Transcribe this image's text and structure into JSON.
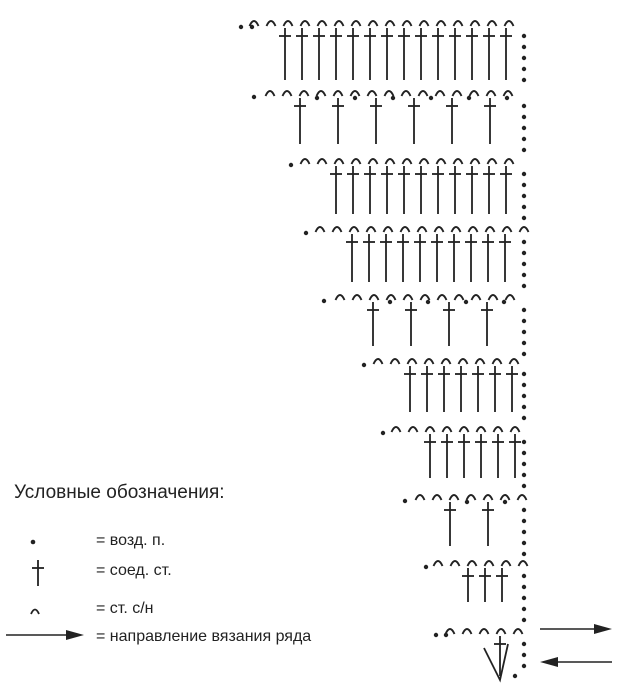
{
  "legend": {
    "title": "Условные обозначения:",
    "items": [
      {
        "symbol": "dot",
        "text": "= возд. п."
      },
      {
        "symbol": "cross",
        "text": "= соед. ст."
      },
      {
        "symbol": "arc",
        "text": "= ст. с/н"
      },
      {
        "symbol": "arrow",
        "text": "= направление вязания ряда"
      }
    ]
  },
  "colors": {
    "ink": "#222222",
    "paper": "#ffffff"
  }
}
